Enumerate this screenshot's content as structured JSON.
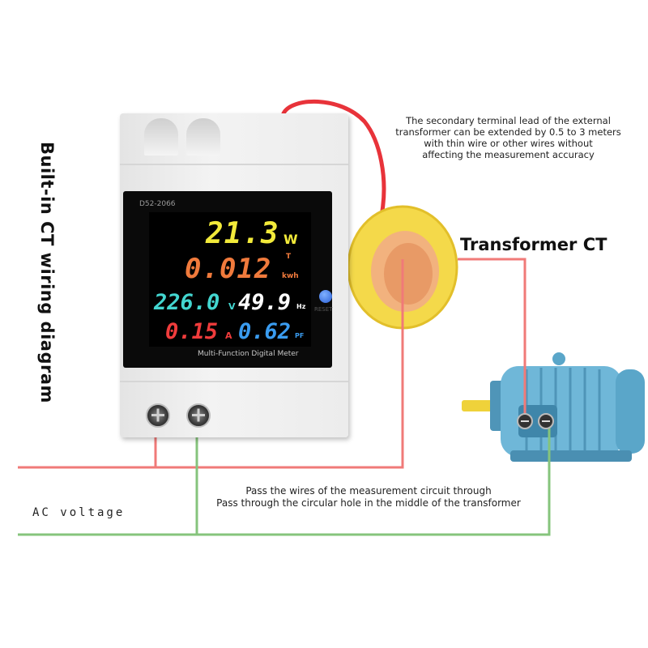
{
  "title": "Built-in CT wiring diagram",
  "note": {
    "lines": [
      "The secondary terminal lead of the external",
      "transformer can be extended by 0.5 to 3 meters",
      "with thin wire or other wires without",
      "affecting the measurement accuracy"
    ]
  },
  "ct_label": "Transformer CT",
  "pass_text": {
    "line1": "Pass the wires of the measurement circuit through",
    "line2": "Pass through the circular hole in the middle of the transformer"
  },
  "ac_label": "AC voltage",
  "meter": {
    "model": "D52-2066",
    "caption": "Multi-Function Digital Meter",
    "reset_label": "RESET",
    "power": {
      "value": "21.3",
      "unit": "W"
    },
    "energy": {
      "value": "0.012",
      "unit": "kwh",
      "unit_prefix": "T"
    },
    "voltage": {
      "value": "226.0",
      "unit": "V"
    },
    "frequency": {
      "value": "49.9",
      "unit": "Hz"
    },
    "current": {
      "value": "0.15",
      "unit": "A"
    },
    "power_factor": {
      "value": "0.62",
      "unit": "PF"
    }
  },
  "colors": {
    "live_wire": "#f07a78",
    "neutral_wire": "#86c47c",
    "ct_ring": "#f4d94a",
    "ct_wire": "#e8333a",
    "motor": "#6fb7d8",
    "power_digits": "#f2ea3a",
    "energy_digits": "#f07a3c",
    "voltage_digits": "#43d6d0",
    "frequency_digits": "#ffffff",
    "current_digits": "#f03c3c",
    "pf_digits": "#3a9cf0"
  }
}
